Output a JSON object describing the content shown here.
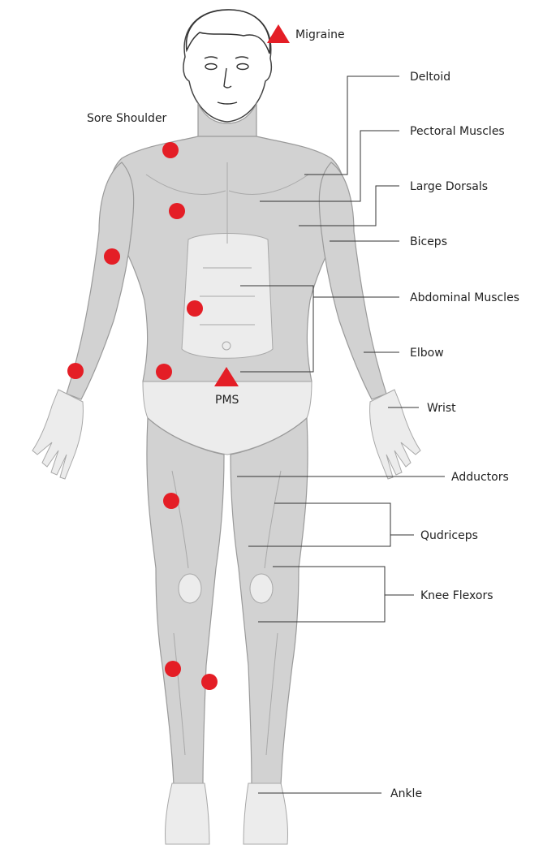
{
  "colors": {
    "marker": "#e41e26",
    "body": "#d2d2d2",
    "body_light": "#ececec",
    "outline": "#9a9a9a",
    "text": "#222222"
  },
  "callouts": {
    "migraine": "Migraine",
    "sore_shoulder": "Sore Shoulder",
    "pms": "PMS"
  },
  "labels": {
    "deltoid": "Deltoid",
    "pectoral": "Pectoral Muscles",
    "large_dorsals": "Large Dorsals",
    "biceps": "Biceps",
    "abdominal": "Abdominal Muscles",
    "elbow": "Elbow",
    "wrist": "Wrist",
    "adductors": "Adductors",
    "quadriceps": "Qudriceps",
    "knee_flexors": "Knee Flexors",
    "ankle": "Ankle"
  },
  "markers": {
    "pain_points": [
      "shoulder",
      "chest",
      "upper-arm",
      "abdomen",
      "lower-arm",
      "lower-abdomen",
      "thigh",
      "calf",
      "calf-side"
    ],
    "triangles": [
      "head",
      "pelvis"
    ]
  }
}
